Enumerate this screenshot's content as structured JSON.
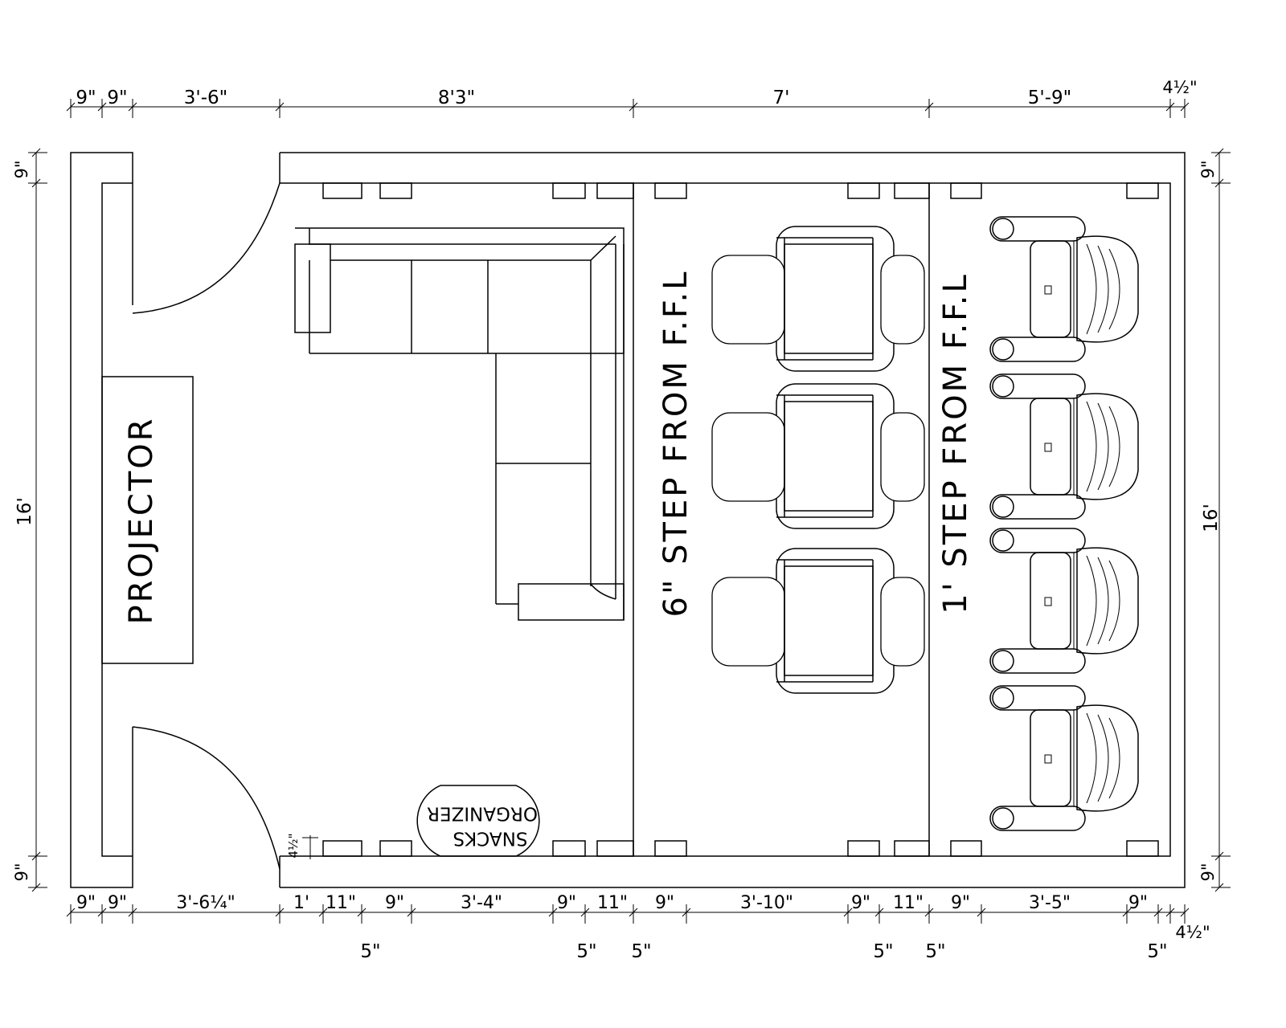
{
  "dimensions": {
    "top": [
      "9\"",
      "9\"",
      "3'-6\"",
      "8'3\"",
      "7'",
      "5'-9\"",
      "4½\""
    ],
    "bottom": [
      "9\"",
      "9\"",
      "3'-6¼\"",
      "1'",
      "11\"",
      "9\"",
      "3'-4\"",
      "9\"",
      "11\"",
      "9\"",
      "3'-10\"",
      "9\"",
      "11\"",
      "9\"",
      "3'-5\"",
      "9\"",
      "4½\""
    ],
    "bottom_sub": [
      "5\"",
      "5\"",
      "5\"",
      "5\"",
      "5\"",
      "5\""
    ],
    "left": [
      "9\"",
      "16'",
      "9\""
    ],
    "right": [
      "9\"",
      "16'",
      "9\""
    ],
    "door_gap": "4½\""
  },
  "labels": {
    "projector": "PROJECTOR",
    "step1": "6\" STEP FROM F.F.L",
    "step2": "1' STEP FROM F.F.L",
    "snacks_line1": "SNACKS",
    "snacks_line2": "ORGANIZER"
  }
}
